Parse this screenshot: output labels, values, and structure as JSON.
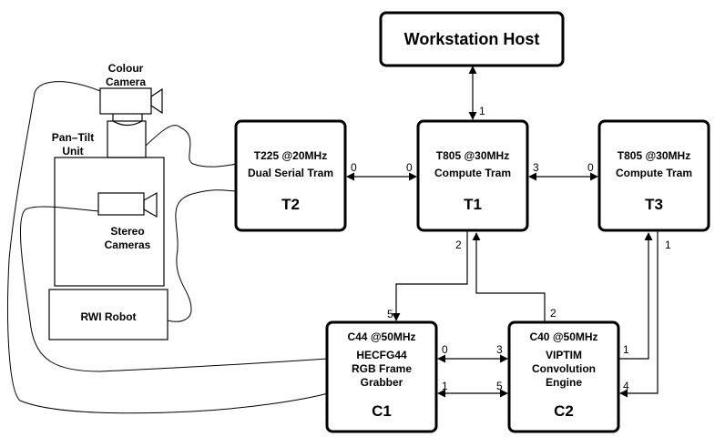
{
  "host": {
    "title": "Workstation Host"
  },
  "robot": {
    "colour_camera": [
      "Colour",
      "Camera"
    ],
    "pan_tilt": [
      "Pan–Tilt",
      "Unit"
    ],
    "stereo": [
      "Stereo",
      "Cameras"
    ],
    "base": "RWI Robot"
  },
  "nodes": {
    "t2": {
      "line1": "T225 @20MHz",
      "line2": "Dual Serial Tram",
      "id": "T2"
    },
    "t1": {
      "line1": "T805 @30MHz",
      "line2": "Compute Tram",
      "id": "T1"
    },
    "t3": {
      "line1": "T805 @30MHz",
      "line2": "Compute Tram",
      "id": "T3"
    },
    "c1": {
      "line1": "C44 @50MHz",
      "line2": "HECFG44",
      "line3": "RGB Frame",
      "line4": "Grabber",
      "id": "C1"
    },
    "c2": {
      "line1": "C40 @50MHz",
      "line2": "VIPTIM",
      "line3": "Convolution",
      "line4": "Engine",
      "id": "C2"
    }
  },
  "ports": {
    "host_t1": "1",
    "t2_right": "0",
    "t1_left": "0",
    "t1_right": "3",
    "t3_left": "0",
    "t1_bottom_left": "2",
    "c1_top": "5",
    "c2_top": "2",
    "t3_bottom": "1",
    "c1_right_a": "0",
    "c2_left_a": "3",
    "c1_right_b": "1",
    "c2_left_b": "5",
    "c2_right_a": "1",
    "c2_right_b": "4"
  }
}
